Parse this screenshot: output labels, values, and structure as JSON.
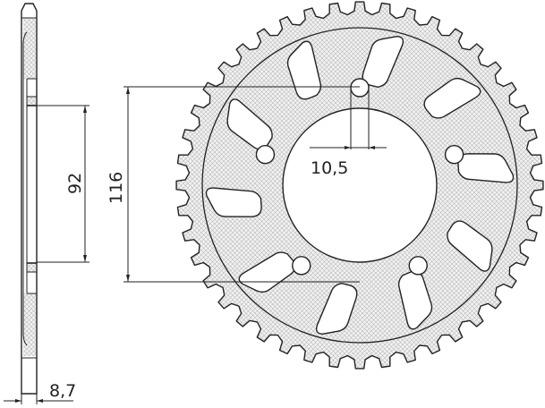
{
  "dimensions": {
    "pitch_circle_inner": "92",
    "pitch_circle_outer": "116",
    "bolt_hole": "10,5",
    "thickness": "8,7"
  },
  "colors": {
    "line": "#222222",
    "hatch": "#b8b8b8",
    "background": "#ffffff"
  }
}
